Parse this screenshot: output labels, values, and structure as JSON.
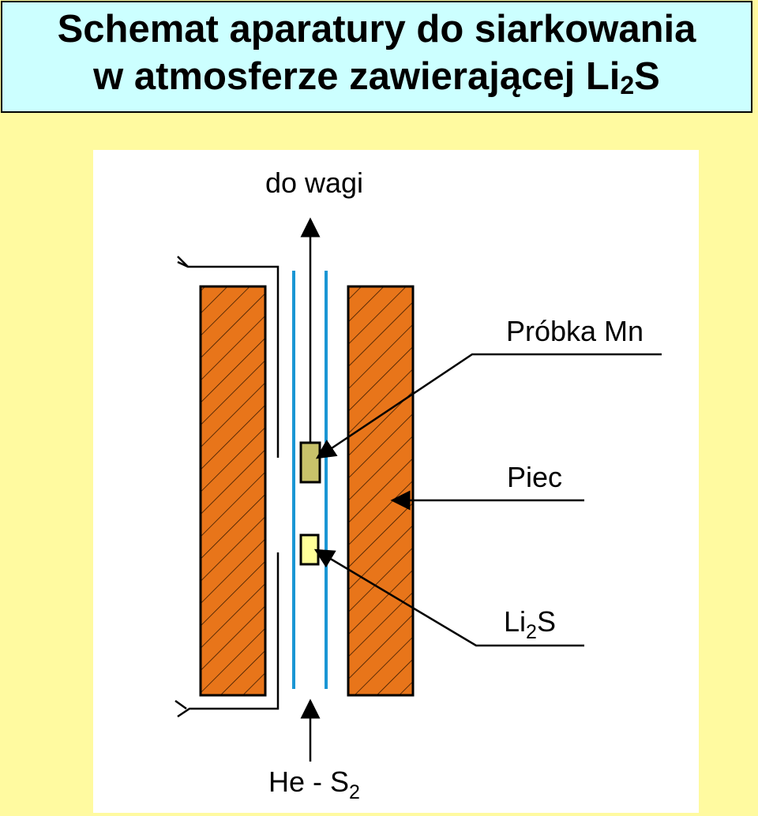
{
  "title": {
    "line1": "Schemat aparatury do siarkowania",
    "line2": "w atmosferze zawierającej Li",
    "line2_subscript": "2",
    "line2_suffix": "S"
  },
  "diagram": {
    "label_top": "do wagi",
    "label_sample": "Próbka Mn",
    "label_furnace": "Piec",
    "label_li2s_main": "Li",
    "label_li2s_sub": "2",
    "label_li2s_suffix": "S",
    "label_gas_main": "He - S",
    "label_gas_sub": "2"
  },
  "colors": {
    "background": "#fffaa0",
    "title_background": "#ccffff",
    "furnace": "#e8751a",
    "tube": "#1a96d4",
    "sample": "#c8c26a",
    "crucible": "#ffff99"
  }
}
